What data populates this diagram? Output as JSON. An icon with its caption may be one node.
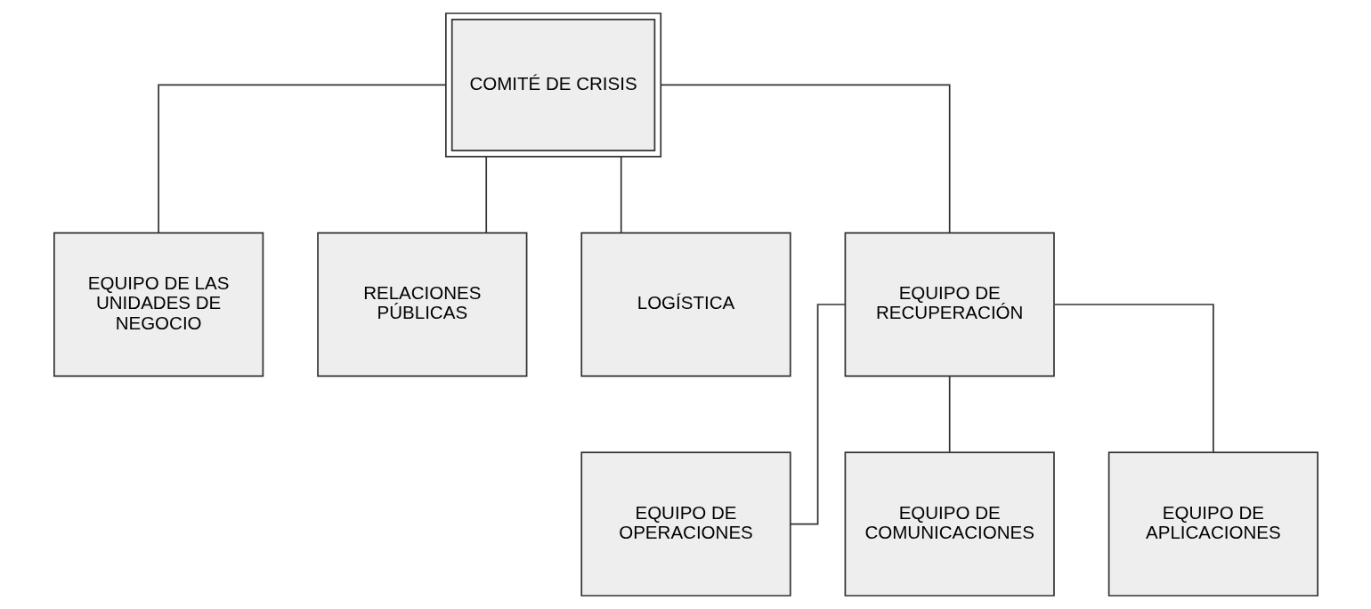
{
  "diagram": {
    "nodes": [
      {
        "text": [
          "COMITÉ DE CRISIS"
        ]
      },
      {
        "text": [
          "EQUIPO DE LAS UNIDADES DE NEGOCIO"
        ]
      },
      {
        "text": [
          "RELACIONES PÚBLICAS"
        ]
      },
      {
        "text": [
          "LOGÍSTICA"
        ]
      },
      {
        "text": [
          "EQUIPO DE RECUPERACIÓN"
        ]
      },
      {
        "text": [
          "EQUIPO DE OPERACIONES"
        ]
      },
      {
        "text": [
          "EQUIPO DE COMUNICACIONES"
        ]
      },
      {
        "text": [
          "EQUIPO DE APLICACIONES"
        ]
      }
    ],
    "edges": [
      {
        "from": 0,
        "to": 1,
        "arrow": "none"
      },
      {
        "from": 0,
        "to": 2,
        "arrow": "none"
      },
      {
        "from": 0,
        "to": 3,
        "arrow": "none"
      },
      {
        "from": 0,
        "to": 4,
        "arrow": "none"
      },
      {
        "from": 4,
        "to": 5,
        "arrow": "none"
      },
      {
        "from": 4,
        "to": 6,
        "arrow": "none"
      },
      {
        "from": 4,
        "to": 7,
        "arrow": "none"
      }
    ]
  }
}
